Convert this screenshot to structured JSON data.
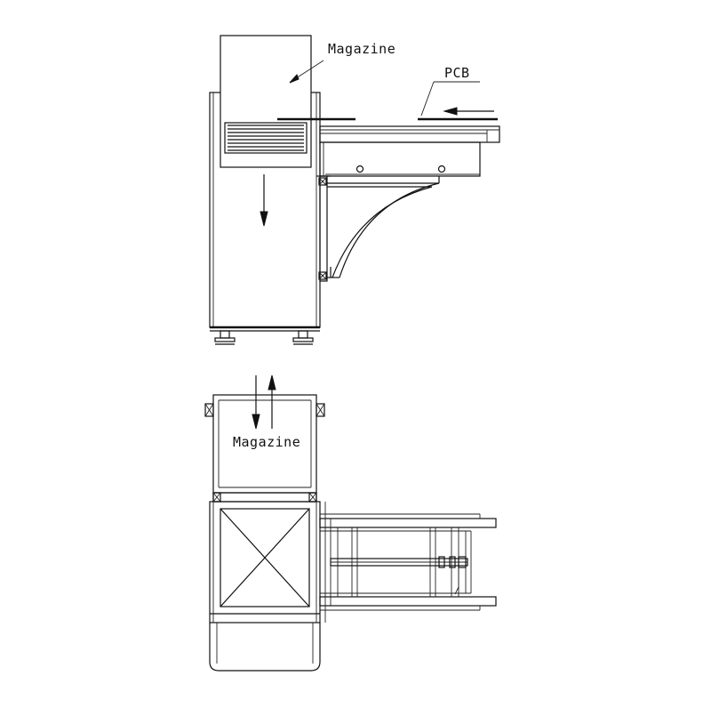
{
  "labels": {
    "magazine_side": "Magazine",
    "pcb": "PCB",
    "magazine_top": "Magazine"
  },
  "colors": {
    "line": "#111111",
    "background": "#ffffff"
  }
}
